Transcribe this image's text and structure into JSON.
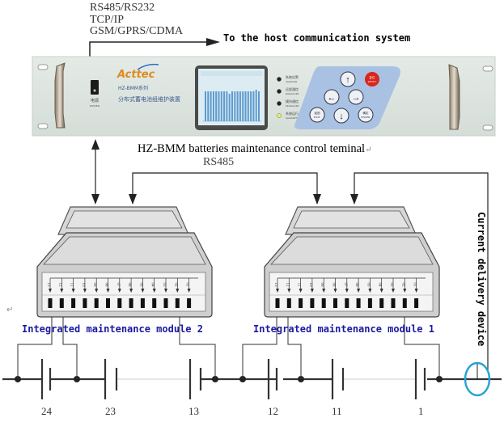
{
  "protocols": [
    "RS485/RS232",
    "TCP/IP",
    "GSM/GPRS/CDMA"
  ],
  "host_label": "To the host communication system",
  "device": {
    "brand": "Acttec",
    "model_line": "HZ-BMM系列",
    "model_desc": "分布式蓄电池组维护装置",
    "power_label": "电源",
    "power_sub": "POWER",
    "indicators": [
      {
        "cn": "系统告警",
        "en": "SystemAlm",
        "color": "#222222"
      },
      {
        "cn": "远程通信",
        "en": "RemoteCOM",
        "color": "#222222"
      },
      {
        "cn": "模块通信",
        "en": "ModuleCOM",
        "color": "#222222"
      },
      {
        "cn": "系统运行",
        "en": "SystemRUN",
        "color": "#e8f060"
      }
    ],
    "keys": {
      "up": "↑",
      "down": "↓",
      "left": "←",
      "right": "→",
      "exit_cn": "返回",
      "exit": "EXIT",
      "enter_cn": "确定",
      "enter": "ENTER",
      "reset_cn": "复位",
      "reset": "RESET"
    },
    "reset_color": "#d9261c",
    "keypad_color": "#a9c1e3"
  },
  "terminal_label": "HZ-BMM batteries  maintenance  control  teminal",
  "bus_label": "RS485",
  "modules": [
    {
      "name": "Integrated maintenance module 2",
      "channels": [
        "13",
        "12",
        "11",
        "10",
        "09",
        "08",
        "07",
        "06",
        "05",
        "04",
        "03",
        "02",
        "01"
      ]
    },
    {
      "name": "Integrated maintenance module 1",
      "channels": [
        "13",
        "12",
        "11",
        "10",
        "09",
        "08",
        "07",
        "06",
        "05",
        "04",
        "03",
        "02",
        "01"
      ]
    }
  ],
  "current_device_label": "Current delivery device",
  "cells": [
    "24",
    "23",
    "13",
    "12",
    "11",
    "1"
  ],
  "colors": {
    "module_label": "#1a1aa0",
    "sensor_ring": "#2aa3d6",
    "wire": "#333333"
  },
  "return_mark": "↵"
}
